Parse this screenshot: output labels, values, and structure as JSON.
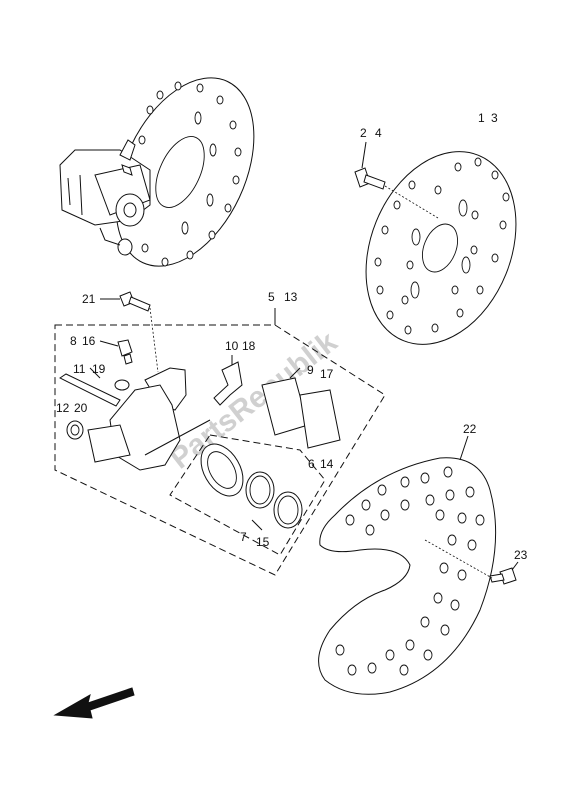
{
  "watermark": "PartsRepublik",
  "labels": {
    "l1": "1",
    "l3": "3",
    "l2": "2",
    "l4": "4",
    "l5": "5",
    "l13": "13",
    "l21": "21",
    "l8": "8",
    "l16": "16",
    "l10": "10",
    "l18": "18",
    "l11": "11",
    "l19": "19",
    "l9": "9",
    "l17": "17",
    "l12": "12",
    "l20": "20",
    "l6": "6",
    "l14": "14",
    "l7": "7",
    "l15": "15",
    "l22": "22",
    "l23": "23"
  },
  "icons": {
    "direction_arrow": "arrow-left-down-icon"
  }
}
